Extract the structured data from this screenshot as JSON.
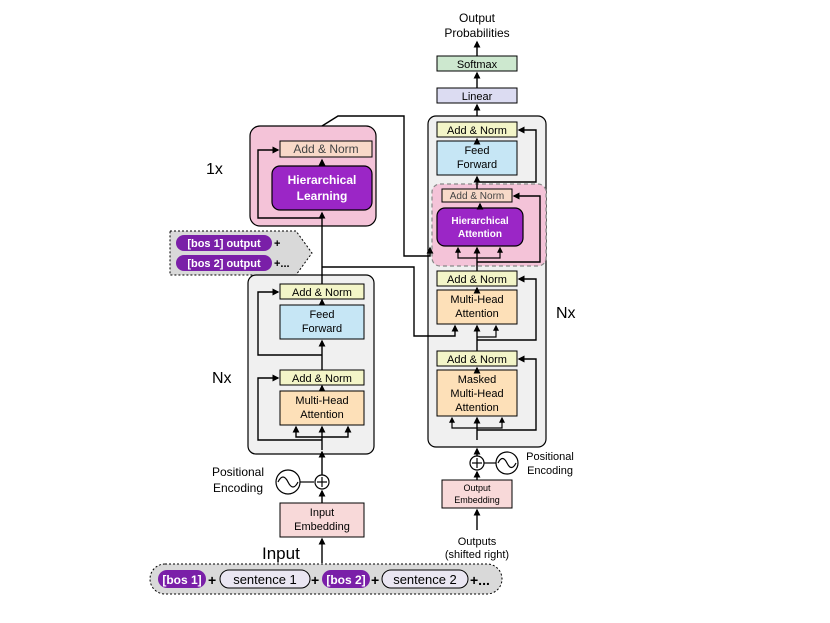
{
  "encoder": {
    "hier_multiplier": "1x",
    "hier_add_norm": "Add & Norm",
    "hier_learning_line1": "Hierarchical",
    "hier_learning_line2": "Learning",
    "bos1_output": "[bos 1] output",
    "bos2_output": "[bos 2] output",
    "plus": "+",
    "plus_ellipsis": "+...",
    "multiplier": "Nx",
    "add_norm": "Add & Norm",
    "feed_forward_line1": "Feed",
    "feed_forward_line2": "Forward",
    "mha_line1": "Multi-Head",
    "mha_line2": "Attention",
    "pos_enc_line1": "Positional",
    "pos_enc_line2": "Encoding",
    "embed_line1": "Input",
    "embed_line2": "Embedding"
  },
  "input": {
    "title": "Input",
    "tokens": [
      "[bos 1]",
      "sentence 1",
      "[bos 2]",
      "sentence 2"
    ],
    "plus": "+",
    "ellipsis": "+..."
  },
  "decoder": {
    "output_title_line1": "Output",
    "output_title_line2": "Probabilities",
    "softmax": "Softmax",
    "linear": "Linear",
    "multiplier": "Nx",
    "add_norm": "Add & Norm",
    "feed_forward_line1": "Feed",
    "feed_forward_line2": "Forward",
    "hier_attention_line1": "Hierarchical",
    "hier_attention_line2": "Attention",
    "mha_line1": "Multi-Head",
    "mha_line2": "Attention",
    "masked_line1": "Masked",
    "masked_line2": "Multi-Head",
    "masked_line3": "Attention",
    "pos_enc_line1": "Positional",
    "pos_enc_line2": "Encoding",
    "embed_line1": "Output",
    "embed_line2": "Embedding",
    "outputs_line1": "Outputs",
    "outputs_line2": "(shifted right)"
  },
  "colors": {
    "add_norm": "#f3f5c8",
    "feed_forward": "#c6e6f5",
    "attention": "#fde0b8",
    "embedding": "#f8d9d9",
    "hierarchical": "#9b26c6",
    "hier_block": "#f4c3d8",
    "softmax": "#cde8cf",
    "linear": "#dcdcf2",
    "stack_bg": "#f0f0f0"
  }
}
